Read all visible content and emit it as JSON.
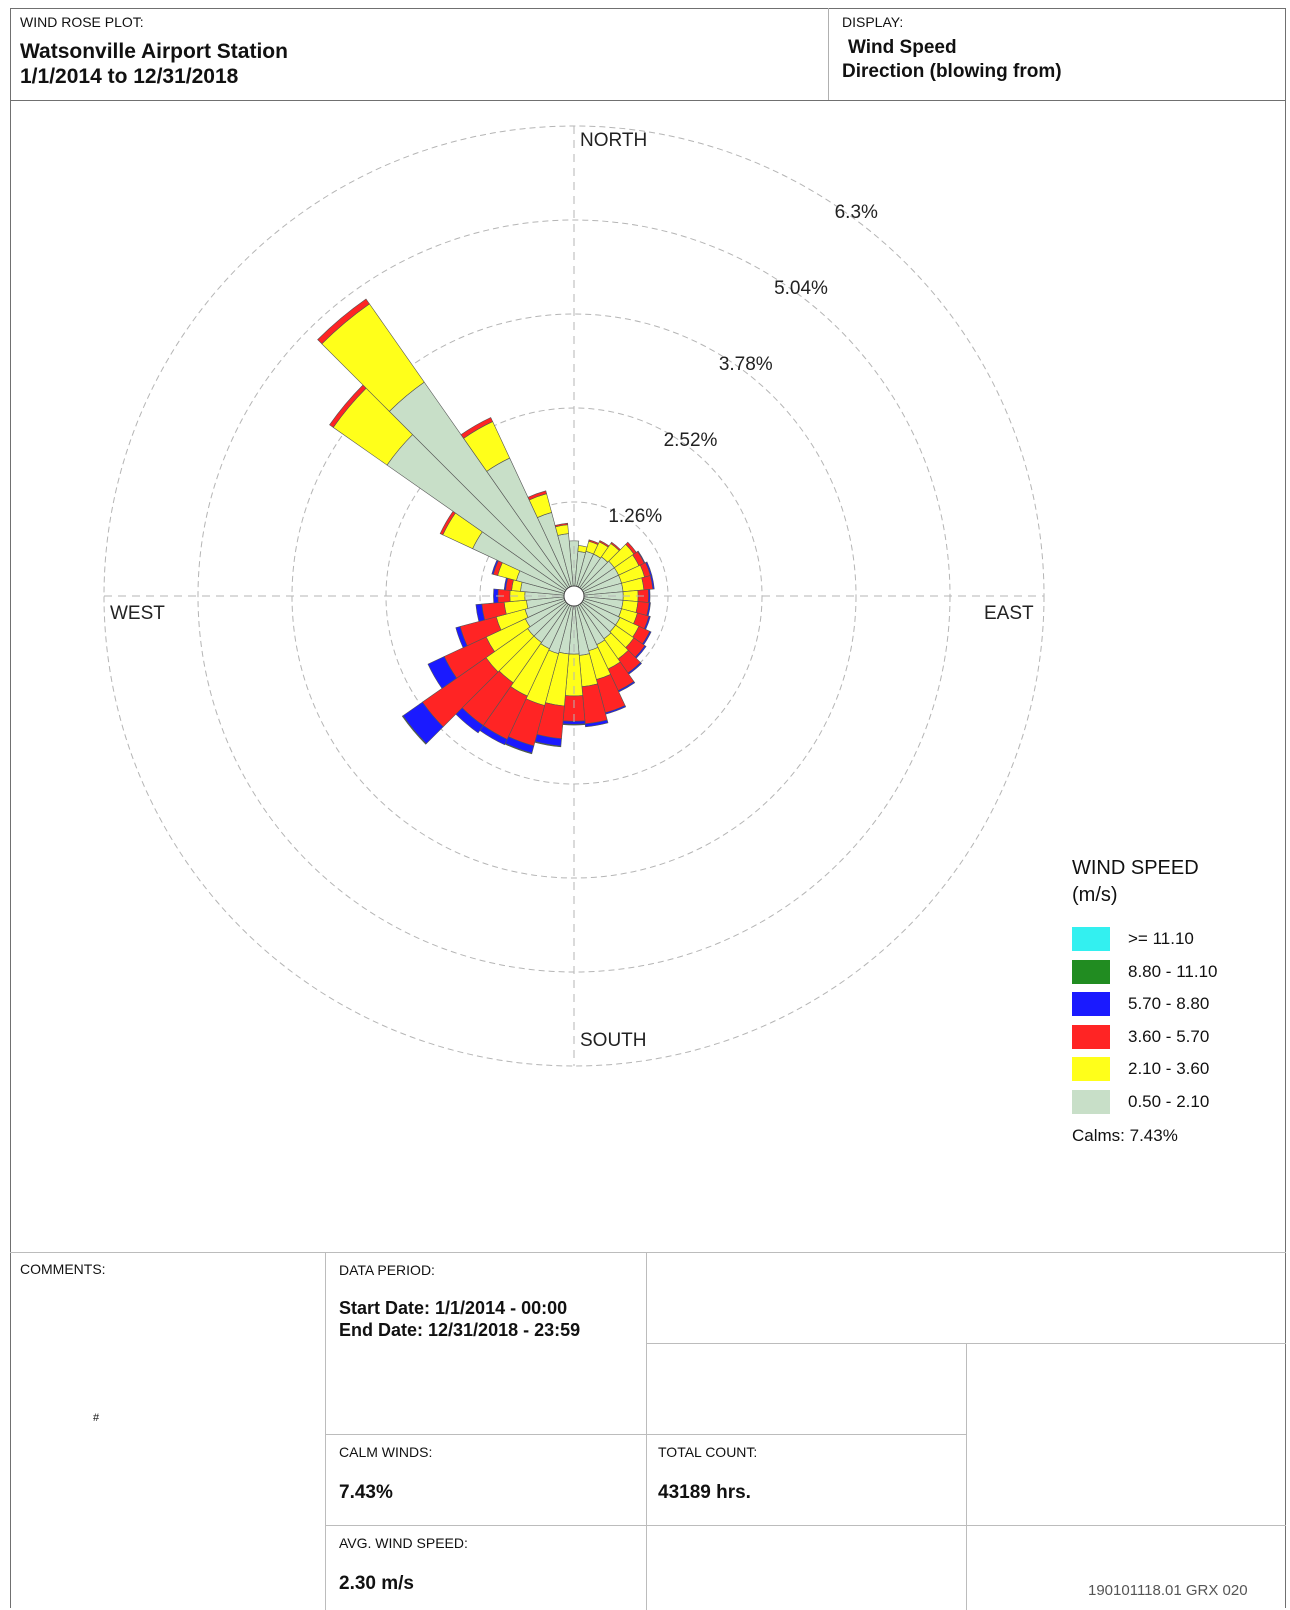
{
  "header": {
    "plot_label": "WIND ROSE PLOT:",
    "station": "Watsonville Airport Station",
    "date_range": "1/1/2014 to 12/31/2018",
    "display_label": "DISPLAY:",
    "display_line1": "Wind Speed",
    "display_line2": "Direction (blowing from)"
  },
  "chart_data": {
    "type": "wind_rose",
    "directions": [
      0,
      10,
      20,
      30,
      40,
      50,
      60,
      70,
      80,
      90,
      100,
      110,
      120,
      130,
      140,
      150,
      160,
      170,
      180,
      190,
      200,
      210,
      220,
      230,
      240,
      250,
      260,
      270,
      280,
      290,
      300,
      310,
      320,
      330,
      340,
      350
    ],
    "direction_labels": {
      "north": "NORTH",
      "east": "EAST",
      "south": "SOUTH",
      "west": "WEST"
    },
    "ring_labels": [
      "1.26%",
      "2.52%",
      "3.78%",
      "5.04%",
      "6.3%"
    ],
    "ring_values": [
      1.26,
      2.52,
      3.78,
      5.04,
      6.3
    ],
    "r_max": 6.3,
    "legend_title_line1": "WIND SPEED",
    "legend_title_line2": "(m/s)",
    "bins": [
      {
        "label": ">= 11.10",
        "color": "#33f0f0"
      },
      {
        "label": "8.80 - 11.10",
        "color": "#218c21"
      },
      {
        "label": "5.70 - 8.80",
        "color": "#1a1aff"
      },
      {
        "label": "3.60 - 5.70",
        "color": "#ff2424"
      },
      {
        "label": "2.10 - 3.60",
        "color": "#ffff1a"
      },
      {
        "label": "0.50 - 2.10",
        "color": "#c8dfc8"
      }
    ],
    "cumulative_percent": [
      [
        0.74,
        0.74,
        0.74,
        0.74,
        0.74,
        0.74
      ],
      [
        0.6,
        0.68,
        0.68,
        0.68,
        0.68,
        0.68
      ],
      [
        0.62,
        0.76,
        0.78,
        0.78,
        0.78,
        0.78
      ],
      [
        0.62,
        0.8,
        0.82,
        0.82,
        0.82,
        0.82
      ],
      [
        0.64,
        0.86,
        0.88,
        0.88,
        0.88,
        0.88
      ],
      [
        0.66,
        0.98,
        1.02,
        1.02,
        1.02,
        1.02
      ],
      [
        0.66,
        0.96,
        1.04,
        1.05,
        1.05,
        1.05
      ],
      [
        0.66,
        0.98,
        1.06,
        1.08,
        1.08,
        1.08
      ],
      [
        0.66,
        0.94,
        1.06,
        1.08,
        1.08,
        1.08
      ],
      [
        0.66,
        0.86,
        1.0,
        1.02,
        1.02,
        1.02
      ],
      [
        0.66,
        0.86,
        1.01,
        1.03,
        1.03,
        1.03
      ],
      [
        0.66,
        0.88,
        1.04,
        1.06,
        1.06,
        1.06
      ],
      [
        0.68,
        0.96,
        1.12,
        1.14,
        1.14,
        1.14
      ],
      [
        0.68,
        0.98,
        1.16,
        1.18,
        1.18,
        1.18
      ],
      [
        0.7,
        1.03,
        1.26,
        1.28,
        1.28,
        1.28
      ],
      [
        0.72,
        1.08,
        1.4,
        1.42,
        1.42,
        1.42
      ],
      [
        0.76,
        1.16,
        1.62,
        1.64,
        1.64,
        1.64
      ],
      [
        0.8,
        1.22,
        1.72,
        1.76,
        1.76,
        1.76
      ],
      [
        0.78,
        1.34,
        1.68,
        1.72,
        1.73,
        1.73
      ],
      [
        0.78,
        1.48,
        1.92,
        2.02,
        2.03,
        2.03
      ],
      [
        0.8,
        1.52,
        2.08,
        2.18,
        2.19,
        2.19
      ],
      [
        0.78,
        1.48,
        2.12,
        2.2,
        2.2,
        2.2
      ],
      [
        0.76,
        1.42,
        2.12,
        2.24,
        2.24,
        2.24
      ],
      [
        0.76,
        1.44,
        2.48,
        2.8,
        2.81,
        2.81
      ],
      [
        0.72,
        1.3,
        1.92,
        2.16,
        2.16,
        2.16
      ],
      [
        0.68,
        1.08,
        1.58,
        1.64,
        1.64,
        1.64
      ],
      [
        0.64,
        0.94,
        1.24,
        1.32,
        1.32,
        1.32
      ],
      [
        0.66,
        0.86,
        1.02,
        1.08,
        1.08,
        1.08
      ],
      [
        0.72,
        0.84,
        0.92,
        0.94,
        0.94,
        0.94
      ],
      [
        0.8,
        1.06,
        1.12,
        1.14,
        1.14,
        1.14
      ],
      [
        1.5,
        1.94,
        1.98,
        1.98,
        1.98,
        1.98
      ],
      [
        3.06,
        3.94,
        4.0,
        4.0,
        4.0,
        4.0
      ],
      [
        3.5,
        4.78,
        4.86,
        4.86,
        4.86,
        4.86
      ],
      [
        2.04,
        2.58,
        2.64,
        2.64,
        2.64,
        2.64
      ],
      [
        1.16,
        1.42,
        1.46,
        1.46,
        1.46,
        1.46
      ],
      [
        0.84,
        0.96,
        0.98,
        0.98,
        0.98,
        0.98
      ]
    ],
    "calms_text": "Calms: 7.43%"
  },
  "footer": {
    "comments_label": "COMMENTS:",
    "comments_mark": "#",
    "data_period_label": "DATA PERIOD:",
    "start_date": "Start Date: 1/1/2014 - 00:00",
    "end_date": "End Date: 12/31/2018 - 23:59",
    "calm_winds_label": "CALM WINDS:",
    "calm_winds_value": "7.43%",
    "total_count_label": "TOTAL COUNT:",
    "total_count_value": "43189 hrs.",
    "avg_speed_label": "AVG. WIND SPEED:",
    "avg_speed_value": "2.30 m/s",
    "code": "190101118.01  GRX 020"
  }
}
